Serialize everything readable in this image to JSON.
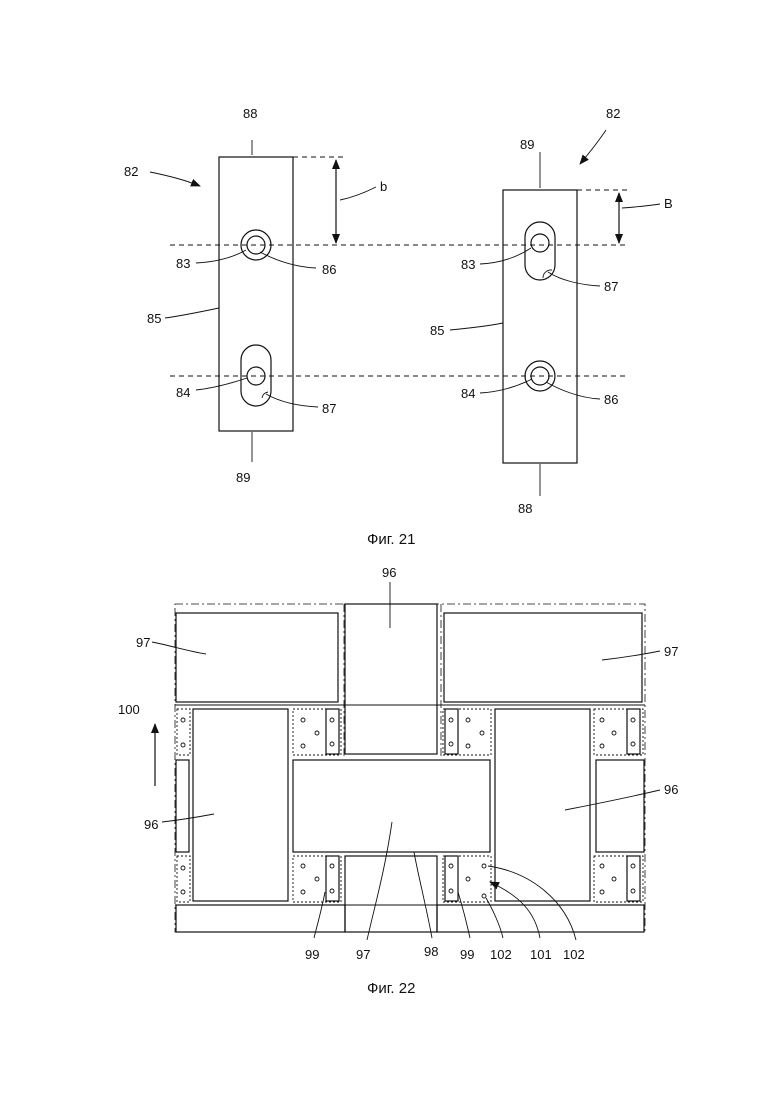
{
  "fig21": {
    "caption": "Фиг. 21",
    "left": {
      "l82": "82",
      "l88": "88",
      "lb": "b",
      "l83": "83",
      "l86": "86",
      "l85": "85",
      "l84": "84",
      "l87": "87",
      "l89": "89"
    },
    "right": {
      "l82": "82",
      "l89": "89",
      "lB": "B",
      "l83": "83",
      "l87": "87",
      "l85": "85",
      "l84": "84",
      "l86": "86",
      "l88": "88"
    }
  },
  "fig22": {
    "caption": "Фиг. 22",
    "labels": {
      "l96_top": "96",
      "l97_left": "97",
      "l97_right": "97",
      "l100": "100",
      "l96_left": "96",
      "l96_right": "96",
      "l99_a": "99",
      "l97_bottom": "97",
      "l98": "98",
      "l99_b": "99",
      "l102_a": "102",
      "l101": "101",
      "l102_b": "102"
    }
  }
}
